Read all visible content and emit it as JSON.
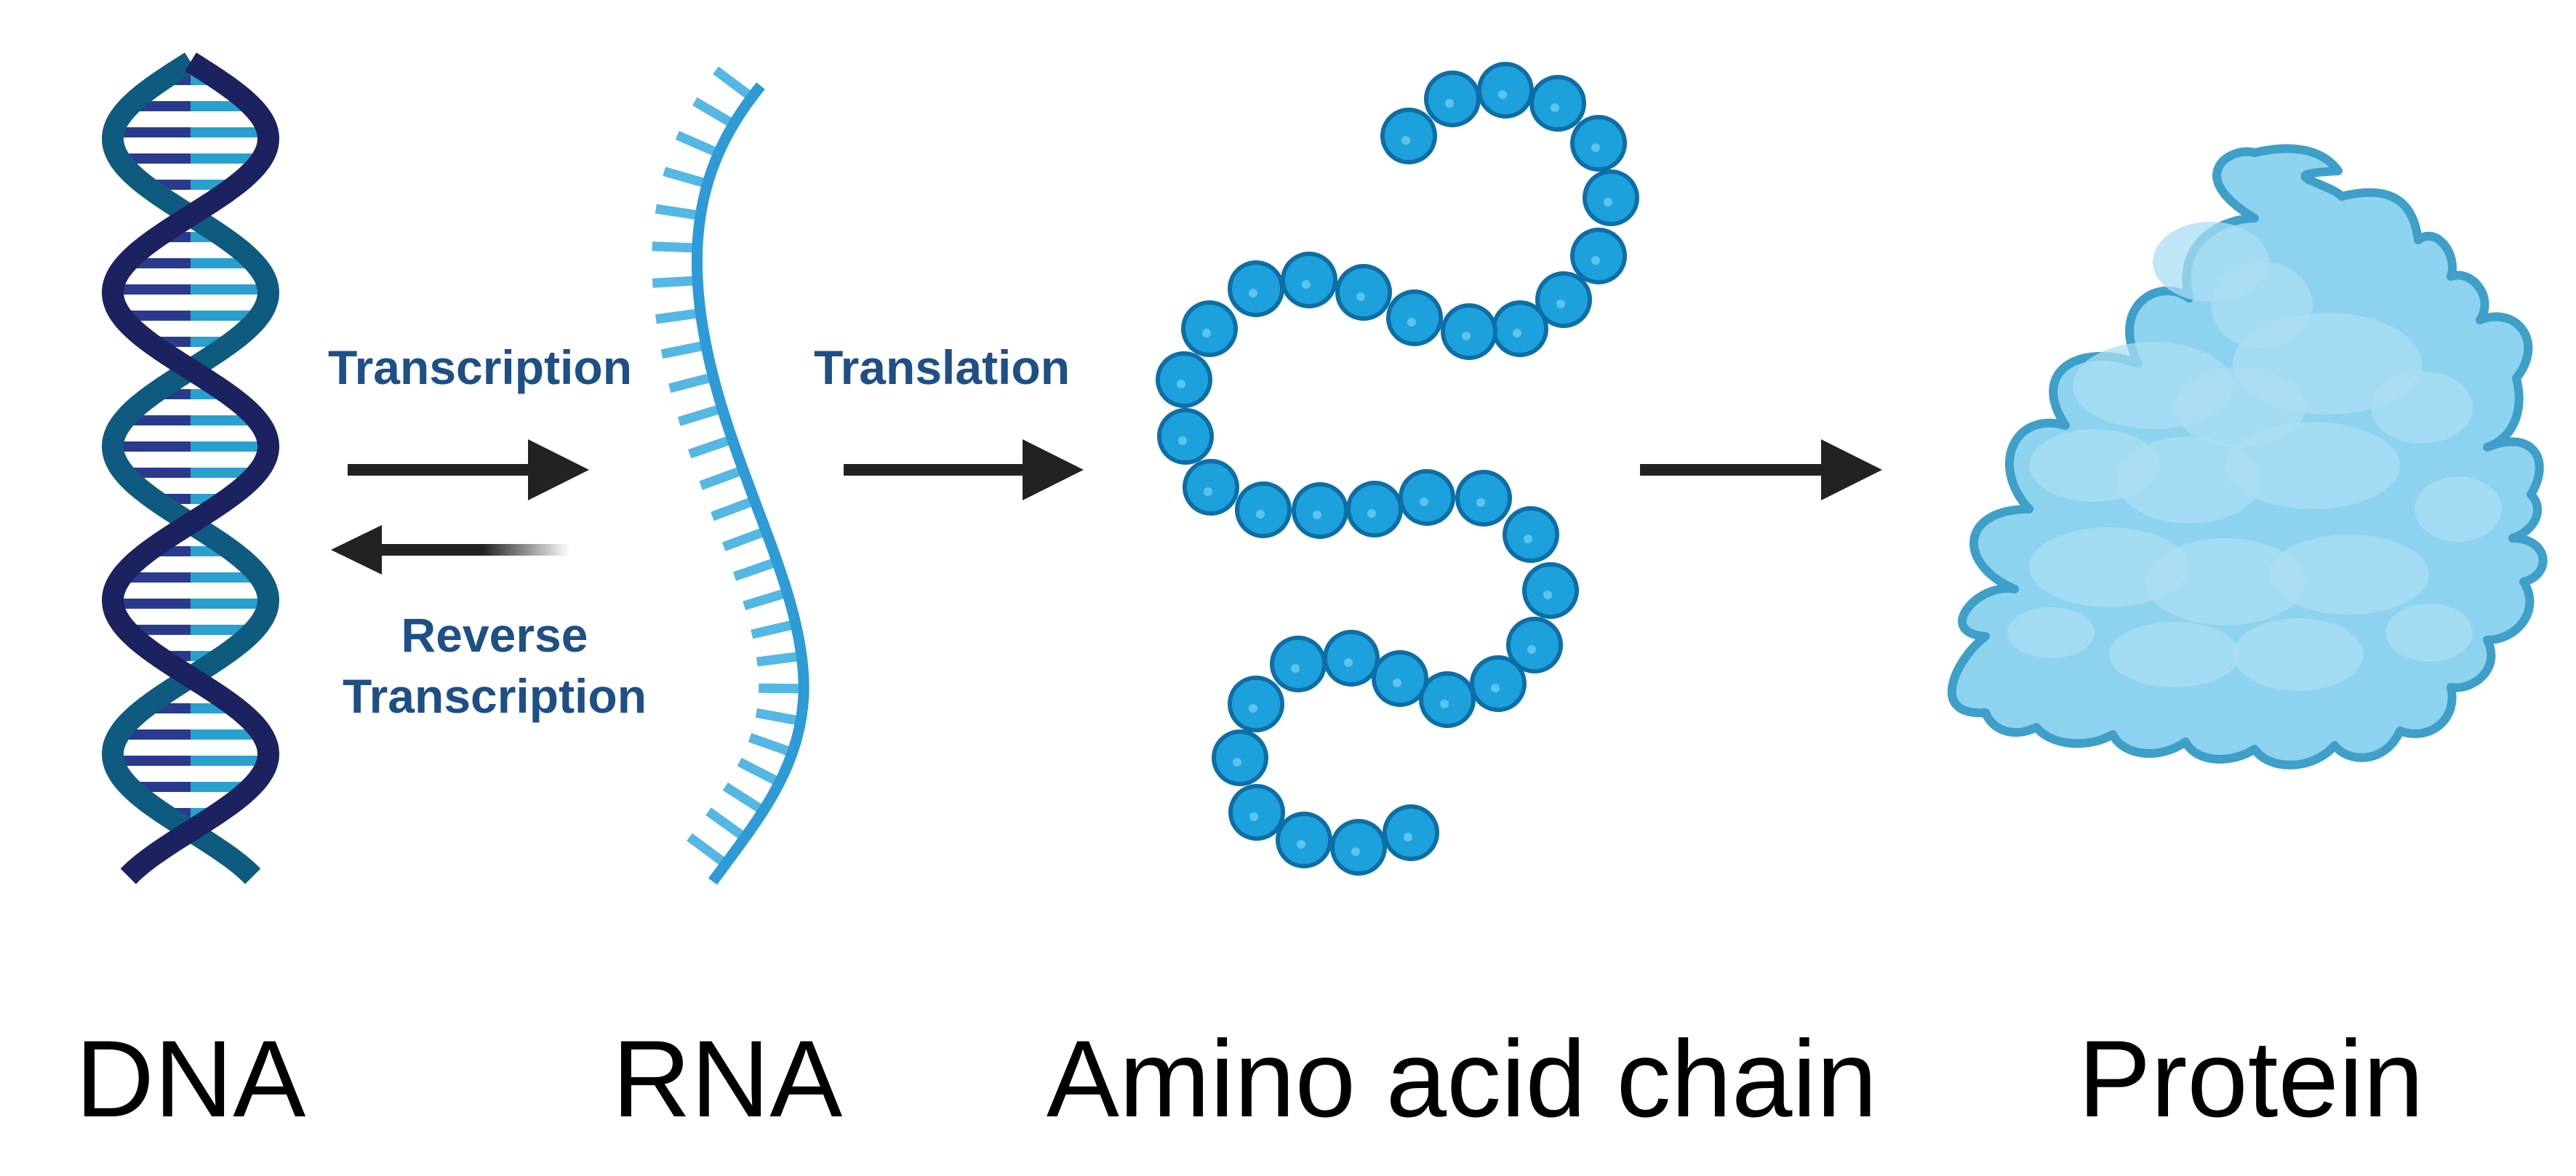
{
  "labels": {
    "dna": "DNA",
    "rna": "RNA",
    "amino_acid_chain": "Amino acid chain",
    "protein": "Protein"
  },
  "processes": {
    "transcription": "Transcription",
    "reverse_transcription_line1": "Reverse",
    "reverse_transcription_line2": "Transcription",
    "translation": "Translation"
  },
  "colors": {
    "process_label": "#1e4f86",
    "arrow": "#222222",
    "dna_dark_strand": "#1c2260",
    "dna_teal_strand": "#0f5b80",
    "dna_rung_light": "#2aa0cf",
    "dna_rung_dark": "#2a3a8c",
    "rna_backbone": "#2e9ad6",
    "rna_bases": "#55b7e3",
    "bead_fill": "#1da1dc",
    "bead_edge": "#0e6ea6",
    "protein_fill": "#8dd2ee",
    "protein_edge": "#3e9fc9",
    "protein_blob": "#a9def3",
    "label_text": "#000000"
  },
  "icons": [
    "dna-helix-icon",
    "rna-strand-icon",
    "amino-acid-chain-icon",
    "protein-blob-icon"
  ]
}
